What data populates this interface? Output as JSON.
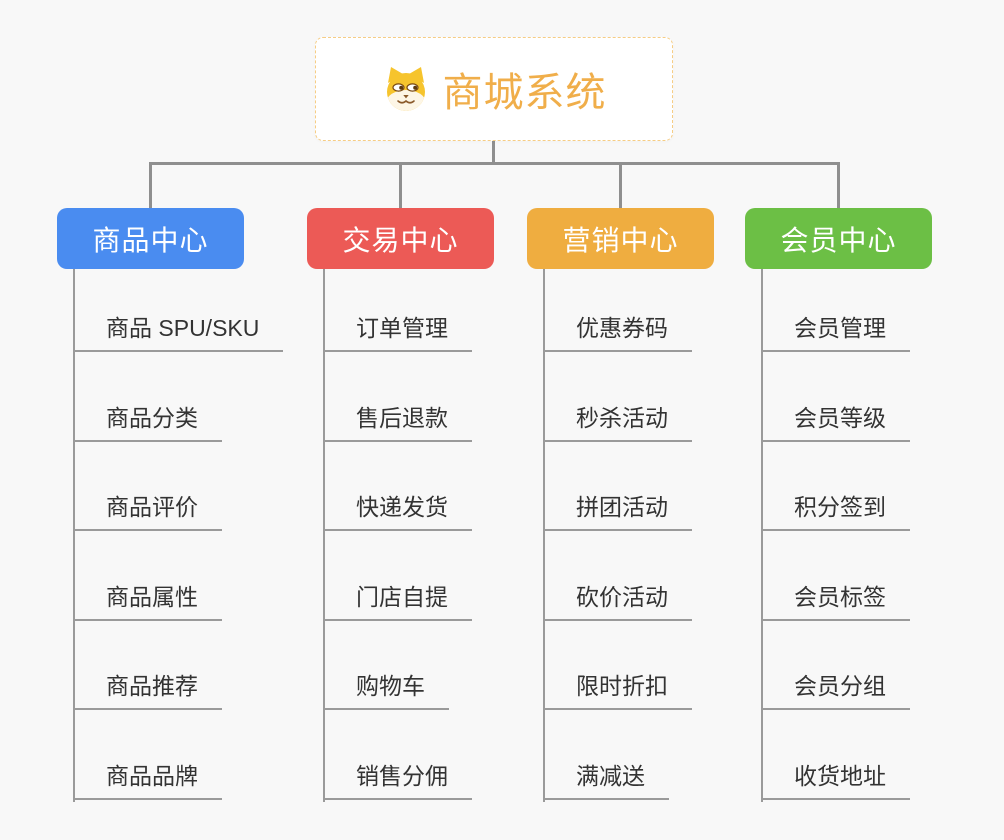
{
  "app": {
    "background_color": "#f8f8f8",
    "connector_color": "#8f8f8f",
    "child_text_color": "#333333",
    "child_underline_color": "#9a9a9a"
  },
  "root": {
    "title": "商城系统",
    "icon": "dog-face-icon",
    "title_color": "#f0ae4a",
    "border_color": "#f6cd85"
  },
  "branches": [
    {
      "label": "商品中心",
      "color": "#4a8cf0",
      "children": [
        "商品 SPU/SKU",
        "商品分类",
        "商品评价",
        "商品属性",
        "商品推荐",
        "商品品牌"
      ]
    },
    {
      "label": "交易中心",
      "color": "#ec5a56",
      "children": [
        "订单管理",
        "售后退款",
        "快递发货",
        "门店自提",
        "购物车",
        "销售分佣"
      ]
    },
    {
      "label": "营销中心",
      "color": "#efad40",
      "children": [
        "优惠券码",
        "秒杀活动",
        "拼团活动",
        "砍价活动",
        "限时折扣",
        "满减送"
      ]
    },
    {
      "label": "会员中心",
      "color": "#6cbf45",
      "children": [
        "会员管理",
        "会员等级",
        "积分签到",
        "会员标签",
        "会员分组",
        "收货地址"
      ]
    }
  ]
}
